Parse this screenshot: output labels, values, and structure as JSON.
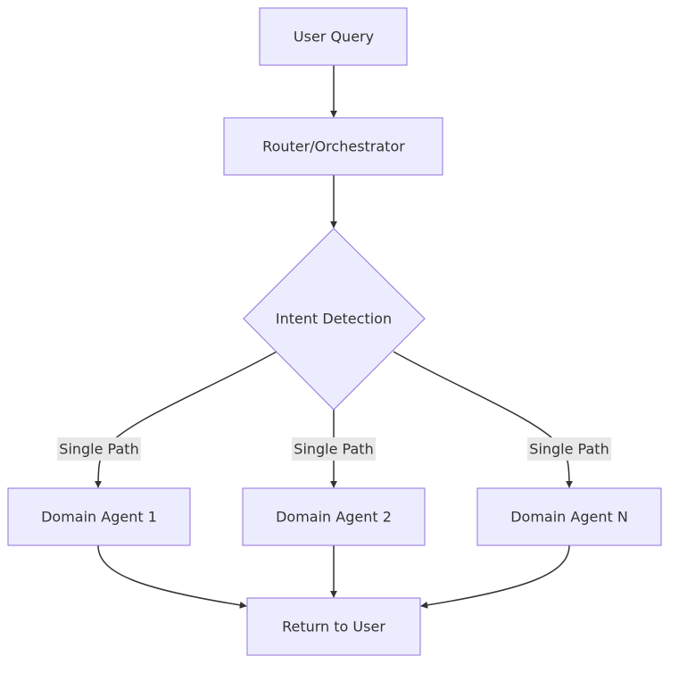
{
  "colors": {
    "node_fill": "#ECECFF",
    "node_stroke": "#9370DB",
    "edge": "#333333",
    "text": "#333333",
    "label_background": "#E8E8E8"
  },
  "nodes": {
    "user_query": "User Query",
    "router": "Router/Orchestrator",
    "intent": "Intent Detection",
    "agent1": "Domain Agent 1",
    "agent2": "Domain Agent 2",
    "agentN": "Domain Agent N",
    "return_user": "Return to User"
  },
  "edge_labels": {
    "path1": "Single Path",
    "path2": "Single Path",
    "pathN": "Single Path"
  },
  "edges": [
    {
      "from": "user_query",
      "to": "router"
    },
    {
      "from": "router",
      "to": "intent"
    },
    {
      "from": "intent",
      "to": "agent1",
      "label": "Single Path"
    },
    {
      "from": "intent",
      "to": "agent2",
      "label": "Single Path"
    },
    {
      "from": "intent",
      "to": "agentN",
      "label": "Single Path"
    },
    {
      "from": "agent1",
      "to": "return_user"
    },
    {
      "from": "agent2",
      "to": "return_user"
    },
    {
      "from": "agentN",
      "to": "return_user"
    }
  ]
}
